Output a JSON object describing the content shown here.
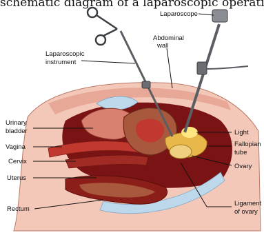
{
  "caption": "schematic diagram of a laparoscopic operation",
  "labels": {
    "laparoscope": "Laparoscope",
    "abdominal_wall_1": "Abdominal",
    "abdominal_wall_2": "wall",
    "laparoscopic_instrument_1": "Laparoscopic",
    "laparoscopic_instrument_2": "instrument",
    "urinary_bladder_1": "Urinary",
    "urinary_bladder_2": "bladder",
    "vagina": "Vagina",
    "cervix": "Cervix",
    "uterus": "Uterus",
    "rectum": "Rectum",
    "light": "Light",
    "fallopian_tube_1": "Fallopian",
    "fallopian_tube_2": "tube",
    "ovary": "Ovary",
    "ligament_of_ovary_1": "Ligament",
    "ligament_of_ovary_2": "of ovary"
  },
  "colors": {
    "skin": "#f4c8b8",
    "abdominal_wall": "#e8a898",
    "tissue_red": "#c0382e",
    "tissue_dark": "#8c1e1a",
    "uterus_brown": "#a8583c",
    "bladder": "#d98070",
    "light_blue": "#bcd8ea",
    "ovary_yellow": "#e8b84a",
    "instrument_gray": "#5a5e63"
  }
}
